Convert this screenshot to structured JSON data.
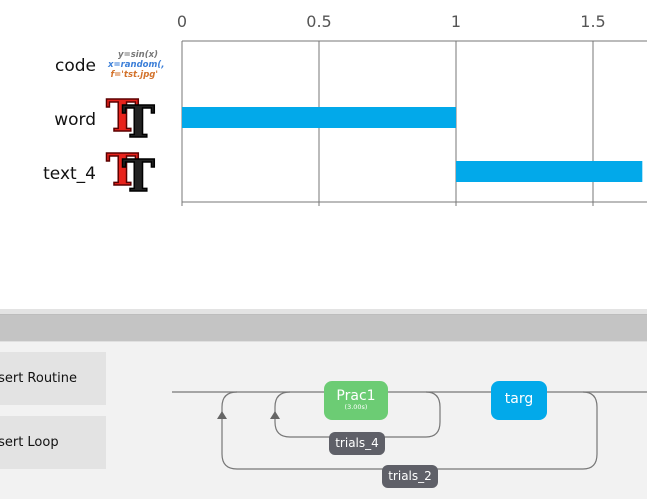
{
  "timeline": {
    "chart_data": {
      "type": "bar",
      "orientation": "horizontal-gantt",
      "x_ticks": [
        "0",
        "0.5",
        "1",
        "1.5"
      ],
      "xlim": [
        0,
        1.68
      ],
      "grid": true,
      "rows": [
        {
          "label": "code",
          "icon": "code-component-icon",
          "start": null,
          "stop": null
        },
        {
          "label": "word",
          "icon": "text-component-icon",
          "start": 0,
          "stop": 1
        },
        {
          "label": "text_4",
          "icon": "text-component-icon",
          "start": 1,
          "stop": 1.68
        }
      ],
      "bar_color": "#02a9ea"
    },
    "code_icon_lines": [
      "y=sin(x)",
      "x=random(,",
      "f='tst.jpg'"
    ]
  },
  "flow": {
    "buttons": [
      {
        "label": "Insert Routine"
      },
      {
        "label": "Insert Loop"
      }
    ],
    "routines": [
      {
        "name": "Prac1",
        "duration": "(3.00s)",
        "color": "#6ccc74"
      },
      {
        "name": "targ",
        "duration": "",
        "color": "#02a9ea"
      }
    ],
    "loops": [
      {
        "name": "trials_4"
      },
      {
        "name": "trials_2"
      }
    ]
  }
}
